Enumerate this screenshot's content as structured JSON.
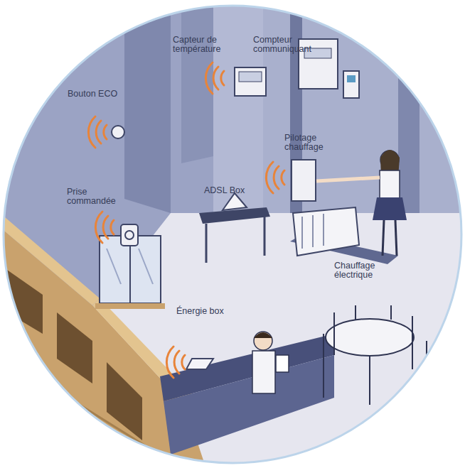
{
  "diagram": {
    "labels": [
      "Capteur de température",
      "Compteur communiquant",
      "Bouton ECO",
      "Pilotage chauffage",
      "Prise commandée",
      "ADSL Box",
      "Chauffage électrique",
      "Énergie box"
    ]
  }
}
